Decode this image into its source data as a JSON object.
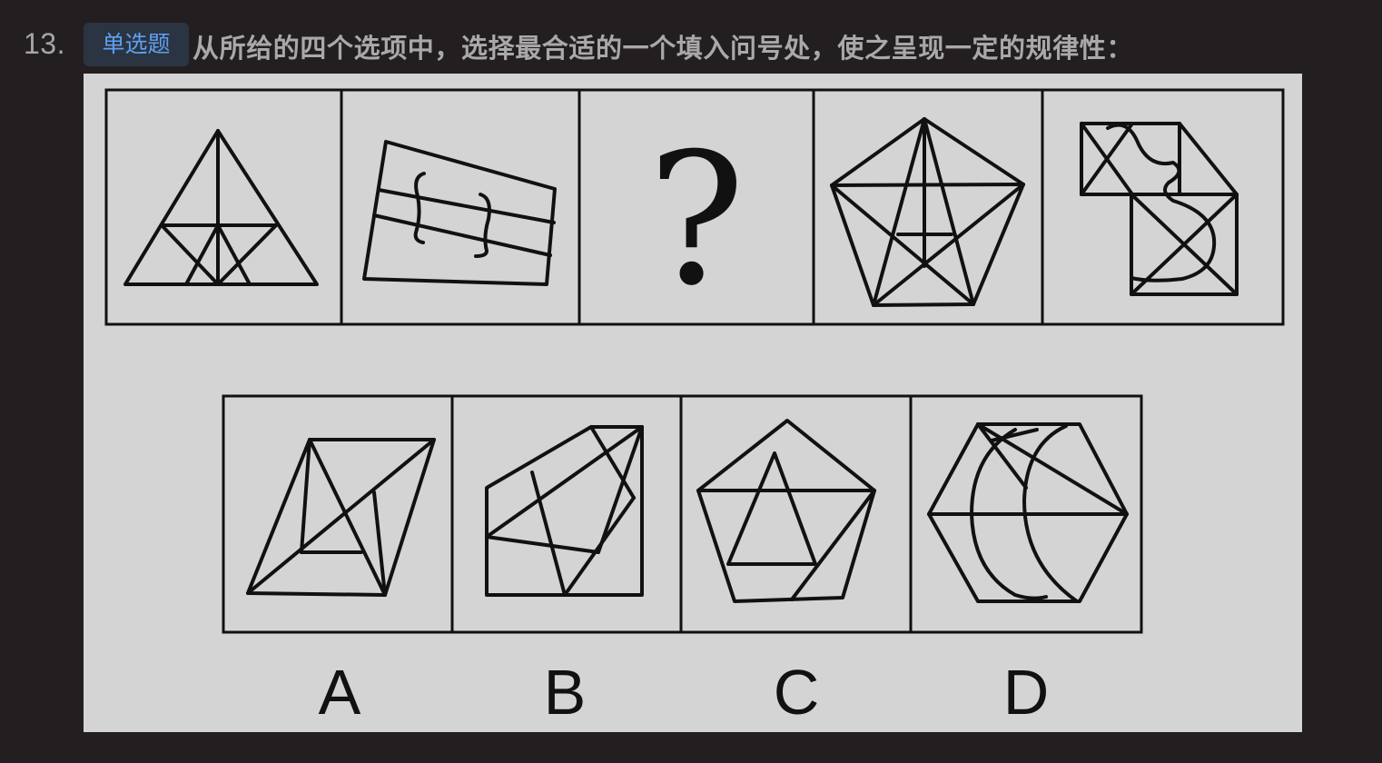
{
  "question": {
    "number": "13.",
    "type_badge": "单选题",
    "text": "从所给的四个选项中，选择最合适的一个填入问号处，使之呈现一定的规律性："
  },
  "puzzle": {
    "question_mark": "?",
    "option_labels": [
      "A",
      "B",
      "C",
      "D"
    ]
  },
  "colors": {
    "page_background": "#231f20",
    "badge_background": "#2b3442",
    "badge_text": "#5ea0f0",
    "question_text": "#a9a9a9",
    "figure_background": "#d4d4d4",
    "figure_lines": "#111111"
  }
}
